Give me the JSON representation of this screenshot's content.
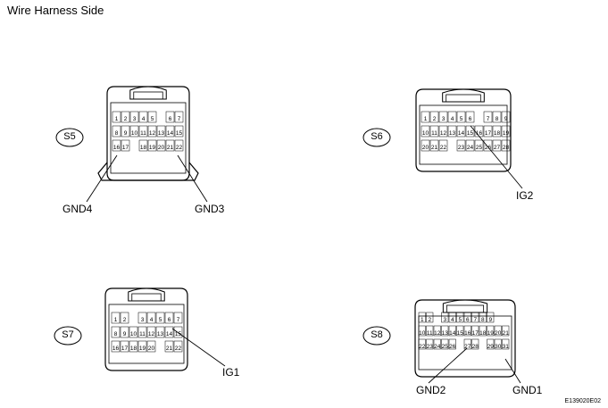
{
  "title": "Wire Harness Side",
  "image_code": "E139020E02",
  "connectors": {
    "s5": {
      "name": "S5",
      "rows": [
        [
          "1",
          "2",
          "3",
          "4",
          "5",
          "",
          "6",
          "7"
        ],
        [
          "8",
          "9",
          "10",
          "11",
          "12",
          "13",
          "14",
          "15"
        ],
        [
          "16",
          "17",
          "",
          "18",
          "19",
          "20",
          "21",
          "22"
        ]
      ],
      "signals": [
        "GND4",
        "GND3"
      ]
    },
    "s6": {
      "name": "S6",
      "rows": [
        [
          "1",
          "2",
          "3",
          "4",
          "5",
          "6",
          "",
          "7",
          "8",
          "9"
        ],
        [
          "10",
          "11",
          "12",
          "13",
          "14",
          "15",
          "16",
          "17",
          "18",
          "19"
        ],
        [
          "20",
          "21",
          "22",
          "",
          "23",
          "24",
          "25",
          "26",
          "27",
          "28"
        ]
      ],
      "signals": [
        "IG2"
      ]
    },
    "s7": {
      "name": "S7",
      "rows": [
        [
          "1",
          "2",
          "",
          "3",
          "4",
          "5",
          "6",
          "7"
        ],
        [
          "8",
          "9",
          "10",
          "11",
          "12",
          "13",
          "14",
          "15"
        ],
        [
          "16",
          "17",
          "18",
          "19",
          "20",
          "",
          "21",
          "22"
        ]
      ],
      "signals": [
        "IG1"
      ]
    },
    "s8": {
      "name": "S8",
      "rows": [
        [
          "1",
          "2",
          "",
          "3",
          "4",
          "5",
          "6",
          "7",
          "8",
          "9"
        ],
        [
          "10",
          "11",
          "12",
          "13",
          "14",
          "15",
          "16",
          "17",
          "18",
          "19",
          "20",
          "21"
        ],
        [
          "22",
          "23",
          "24",
          "25",
          "26",
          "",
          "27",
          "28",
          "",
          "29",
          "30",
          "31"
        ]
      ],
      "signals": [
        "GND2",
        "GND1"
      ]
    }
  }
}
